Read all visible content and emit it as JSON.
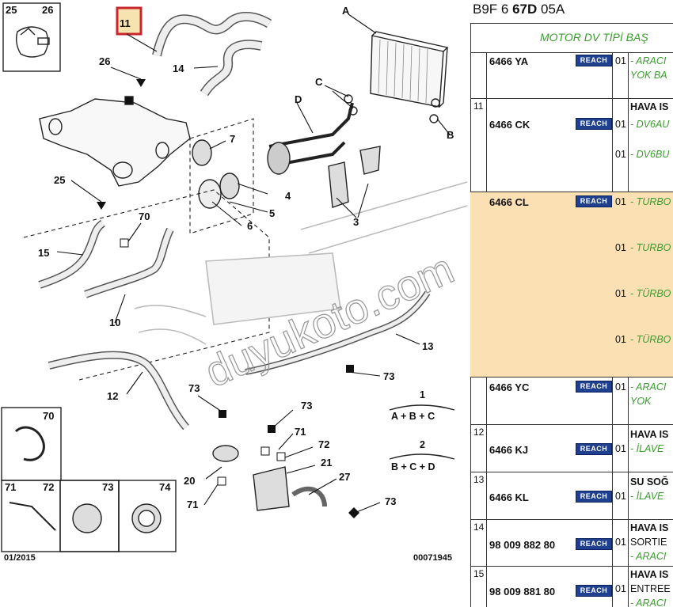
{
  "diagram": {
    "highlighted_label": "11",
    "callouts": [
      "25",
      "26",
      "11",
      "14",
      "26",
      "25",
      "A",
      "C",
      "D",
      "B",
      "7",
      "4",
      "5",
      "6",
      "3",
      "15",
      "70",
      "10",
      "12",
      "13",
      "73",
      "73",
      "73",
      "70",
      "71",
      "72",
      "21",
      "20",
      "71",
      "27",
      "73"
    ],
    "bottom_left_date": "01/2015",
    "diagram_code": "00071945",
    "formula_1": {
      "number": "1",
      "text": "A + B + C"
    },
    "formula_2": {
      "number": "2",
      "text": "B + C + D"
    },
    "inset_boxes": [
      {
        "labels": "25  26"
      },
      {
        "labels": "70"
      },
      {
        "labels": "71"
      },
      {
        "labels": "72"
      },
      {
        "labels": "73"
      },
      {
        "labels": "74"
      }
    ],
    "watermark": "duyukoto.com"
  },
  "panel": {
    "code_prefix": "B9F 6 ",
    "code_bold": "67D",
    "code_suffix": " 05A",
    "title": "MOTOR DV TİPİ BAŞ",
    "accent_green": "#3a9c2e",
    "highlight_color": "#fbe0b4",
    "reach_label": "REACH",
    "rows": [
      {
        "num": "",
        "ref": "6466 YA",
        "lines": [
          {
            "q": "01",
            "text": "- ARACI",
            "style": "g"
          },
          {
            "q": "",
            "text": "YOK BA",
            "style": "g"
          }
        ]
      },
      {
        "num": "11",
        "ref": "6466 CK",
        "lines": [
          {
            "q": "",
            "text": "HAVA IS",
            "style": "k"
          },
          {
            "q": "01",
            "text": "- DV6AU",
            "style": "g"
          },
          {
            "q": "01",
            "text": "- DV6BU",
            "style": "g"
          }
        ]
      },
      {
        "num": "",
        "ref": "6466 CL",
        "lines": [
          {
            "q": "01",
            "text": "- TURBO",
            "style": "g"
          },
          {
            "q": "01",
            "text": "- TURBO",
            "style": "g"
          },
          {
            "q": "01",
            "text": "- TÜRBO",
            "style": "g"
          },
          {
            "q": "01",
            "text": "- TÜRBO",
            "style": "g"
          }
        ]
      },
      {
        "num": "",
        "ref": "6466 YC",
        "lines": [
          {
            "q": "01",
            "text": "- ARACI",
            "style": "g"
          },
          {
            "q": "",
            "text": "YOK",
            "style": "g"
          }
        ]
      },
      {
        "num": "12",
        "ref": "6466 KJ",
        "lines": [
          {
            "q": "",
            "text": "HAVA IS",
            "style": "k"
          },
          {
            "q": "01",
            "text": "- İLAVE",
            "style": "g"
          }
        ]
      },
      {
        "num": "13",
        "ref": "6466 KL",
        "lines": [
          {
            "q": "",
            "text": "SU SOĞ",
            "style": "k"
          },
          {
            "q": "01",
            "text": "- İLAVE",
            "style": "g"
          }
        ]
      },
      {
        "num": "14",
        "ref": "98 009 882 80",
        "lines": [
          {
            "q": "",
            "text": "HAVA IS",
            "style": "k"
          },
          {
            "q": "01",
            "text": "SORTIE",
            "style": "n"
          },
          {
            "q": "",
            "text": "- ARACI",
            "style": "g"
          }
        ]
      },
      {
        "num": "15",
        "ref": "98 009 881 80",
        "lines": [
          {
            "q": "",
            "text": "HAVA IS",
            "style": "k"
          },
          {
            "q": "01",
            "text": "ENTREE",
            "style": "n"
          },
          {
            "q": "",
            "text": "- ARACI",
            "style": "g"
          }
        ]
      }
    ]
  }
}
